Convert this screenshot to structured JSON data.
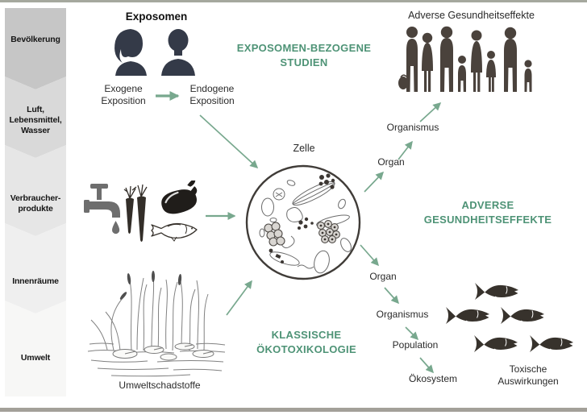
{
  "colors": {
    "heading_green": "#4e9376",
    "arrow_green": "#78a88e",
    "rule_top": "#a5a89e",
    "rule_bottom": "#a3a099",
    "silhouette_navy": "#343a48",
    "family_brown": "#4a423c",
    "fish_dark": "#37322c",
    "icon_dark": "#332e29",
    "eggplant_dark": "#201d1a",
    "faucet_gray": "#6e6e6e",
    "text_dark": "#2a2a2a"
  },
  "sidebar": {
    "items": [
      {
        "label": "Bevölkerung",
        "bg": "#c6c6c6"
      },
      {
        "label": "Luft, Lebensmittel, Wasser",
        "bg": "#d9d9d9"
      },
      {
        "label": "Verbraucher-produkte",
        "bg": "#e6e6e6"
      },
      {
        "label": "Innenräume",
        "bg": "#efefef"
      },
      {
        "label": "Umwelt",
        "bg": "#f7f7f6"
      }
    ]
  },
  "exposome": {
    "title": "Exposomen",
    "exogenous": "Exogene Exposition",
    "endogenous": "Endogene Exposition"
  },
  "headings": {
    "studies": "EXPOSOMEN-BEZOGENE STUDIEN",
    "adverse": "ADVERSE GESUNDHEITSEFFEKTE",
    "ecotox": "KLASSISCHE ÖKOTOXIKOLOGIE"
  },
  "cell": {
    "label": "Zelle"
  },
  "human_path": {
    "result": "Adverse Gesundheitseffekte",
    "organ": "Organ",
    "organism": "Organismus"
  },
  "eco_path": {
    "organ": "Organ",
    "organism": "Organismus",
    "population": "Population",
    "ecosystem": "Ökosystem",
    "result": "Toxische Auswirkungen"
  },
  "environment": {
    "label": "Umweltschadstoffe"
  },
  "icons": {
    "exposome_persons": "woman-man-bust-silhouettes",
    "consumer_products": "faucet-drop-carrots-eggplant-fish",
    "population_family": "family-group-silhouette",
    "cell_micrograph": "cell-micrograph-drawing",
    "pond": "pond-reeds-lilypads-sketch",
    "fish_school": "five-fish-silhouettes"
  }
}
